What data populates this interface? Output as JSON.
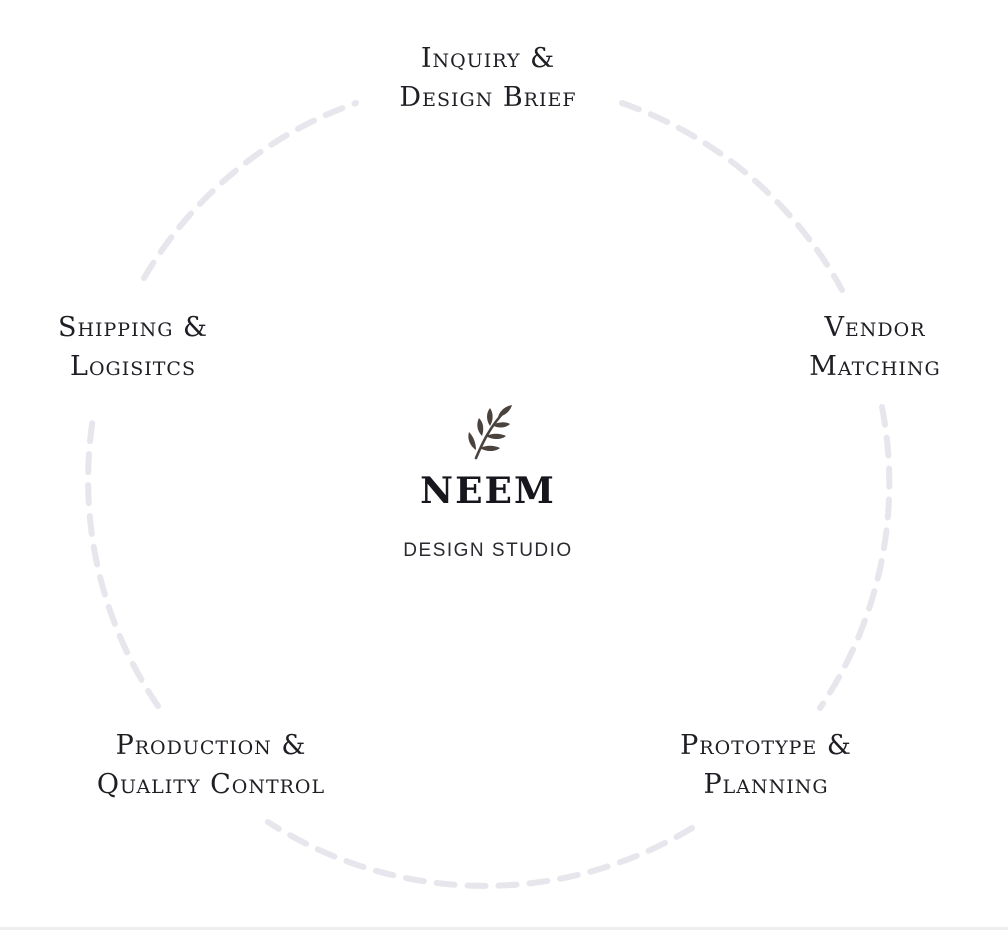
{
  "cycle": {
    "steps": [
      {
        "line1": "Inquiry &",
        "line2": "Design Brief"
      },
      {
        "line1": "Vendor",
        "line2": "Matching"
      },
      {
        "line1": "Prototype &",
        "line2": "Planning"
      },
      {
        "line1": "Production &",
        "line2": "Quality Control"
      },
      {
        "line1": "Shipping &",
        "line2": "Logisitcs"
      }
    ]
  },
  "brand": {
    "name": "NEEM",
    "subtitle": "DESIGN STUDIO",
    "icon": "leaf-sprig-icon",
    "icon_color": "#4a423d"
  },
  "colors": {
    "ring": "#e6e6ec",
    "text": "#1e1e24"
  }
}
